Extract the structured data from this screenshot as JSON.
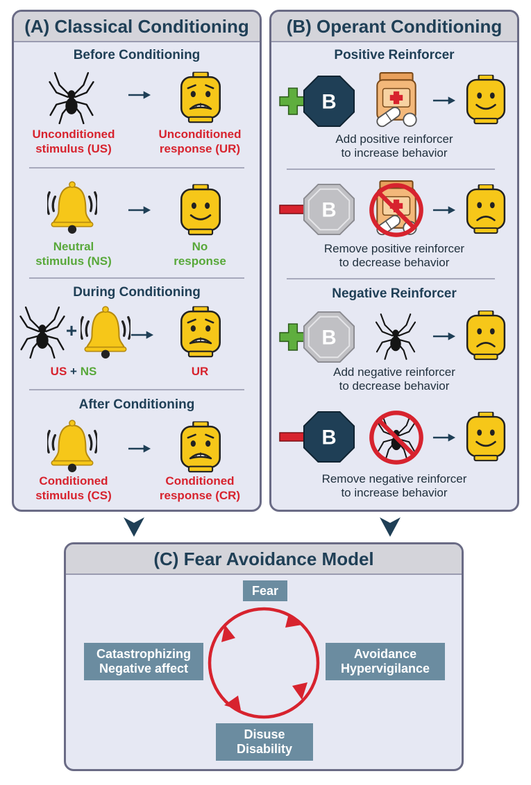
{
  "panel_a": {
    "title": "(A) Classical Conditioning",
    "before": {
      "title": "Before Conditioning",
      "us": [
        "Unconditioned",
        "stimulus (US)"
      ],
      "ur": [
        "Unconditioned",
        "response (UR)"
      ],
      "ns": [
        "Neutral",
        "stimulus (NS)"
      ],
      "no": [
        "No",
        "response"
      ]
    },
    "during": {
      "title": "During Conditioning",
      "us": "US",
      "plus": "+",
      "ns": "NS",
      "ur": "UR"
    },
    "after": {
      "title": "After Conditioning",
      "cs": [
        "Conditioned",
        "stimulus (CS)"
      ],
      "cr": [
        "Conditioned",
        "response (CR)"
      ]
    }
  },
  "panel_b": {
    "title": "(B) Operant Conditioning",
    "positive_title": "Positive Reinforcer",
    "negative_title": "Negative Reinforcer",
    "behavior_letter": "B",
    "rows": [
      [
        "Add positive reinforcer",
        "to increase behavior"
      ],
      [
        "Remove positive reinforcer",
        "to decrease behavior"
      ],
      [
        "Add negative reinforcer",
        "to decrease behavior"
      ],
      [
        "Remove negative reinforcer",
        "to increase behavior"
      ]
    ]
  },
  "panel_c": {
    "title": "(C) Fear Avoidance Model",
    "fear": "Fear",
    "right": [
      "Avoidance",
      "Hypervigilance"
    ],
    "bottom": [
      "Disuse",
      "Disability"
    ],
    "left": [
      "Catastrophizing",
      "Negative affect"
    ]
  },
  "colors": {
    "panel_bg": "#e6e8f3",
    "header_bg": "#d4d4da",
    "border": "#6a6b85",
    "title": "#1f3f56",
    "red": "#d7232e",
    "green": "#58a83a",
    "face": "#f6c719",
    "behavior_dark": "#1f3f56",
    "box": "#6b8ca0"
  },
  "icons": [
    "spider-icon",
    "bell-icon",
    "face-scared-icon",
    "face-smile-icon",
    "face-sad-icon",
    "behavior-octagon-icon",
    "plus-icon",
    "minus-icon",
    "pill-bottle-icon",
    "prohibited-icon",
    "arrow-icon"
  ]
}
